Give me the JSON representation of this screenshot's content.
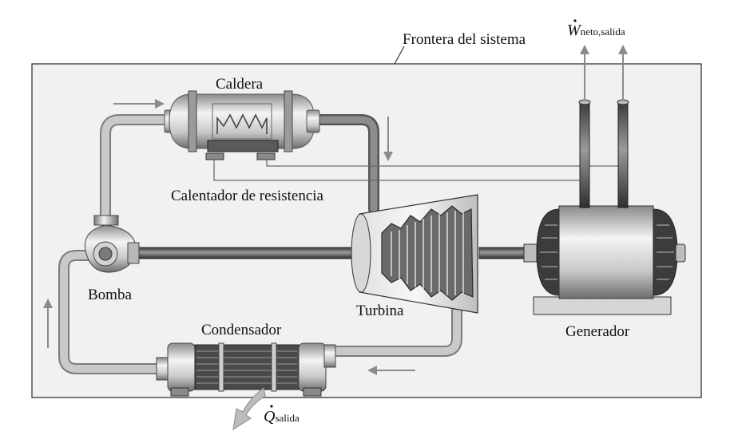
{
  "labels": {
    "system_boundary": "Frontera del sistema",
    "boiler": "Caldera",
    "resistance_heater": "Calentador de resistencia",
    "pump": "Bomba",
    "turbine": "Turbina",
    "condenser": "Condensador",
    "generator": "Generador",
    "w_symbol": "W",
    "w_subscript": "neto,salida",
    "q_symbol": "Q",
    "q_subscript": "salida"
  },
  "colors": {
    "boundary_fill": "#f1f1f1",
    "pipe_light": "#c4c4c4",
    "pipe_dark": "#6a6a6a",
    "arrow_gray": "#9a9a9a",
    "wire": "#707070"
  }
}
